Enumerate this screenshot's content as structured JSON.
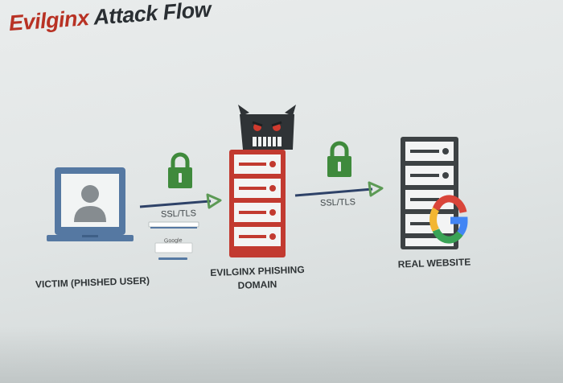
{
  "title": {
    "accent": "Evilginx",
    "rest": " Attack Flow"
  },
  "nodes": {
    "victim": "VICTIM (PHISHED USER)",
    "phishing_line1": "EVILGINX PHISHING",
    "phishing_line2": "DOMAIN",
    "real": "REAL WEBSITE"
  },
  "arrows": [
    {
      "label": "SSL/TLS"
    },
    {
      "label": "SSL/TLS"
    }
  ],
  "mini_page_logo": "Google",
  "colors": {
    "accent_red": "#b83224",
    "lock_green": "#3f8a3c",
    "arrow_green": "#5c9a55",
    "arrow_navy": "#2e4268",
    "laptop_blue": "#5578a2",
    "server_red": "#c23a30",
    "dark": "#2f3336"
  },
  "icons": [
    "laptop-user-icon",
    "lock-icon",
    "arrow-right-icon",
    "evil-monster-icon",
    "server-icon",
    "google-g-icon"
  ]
}
